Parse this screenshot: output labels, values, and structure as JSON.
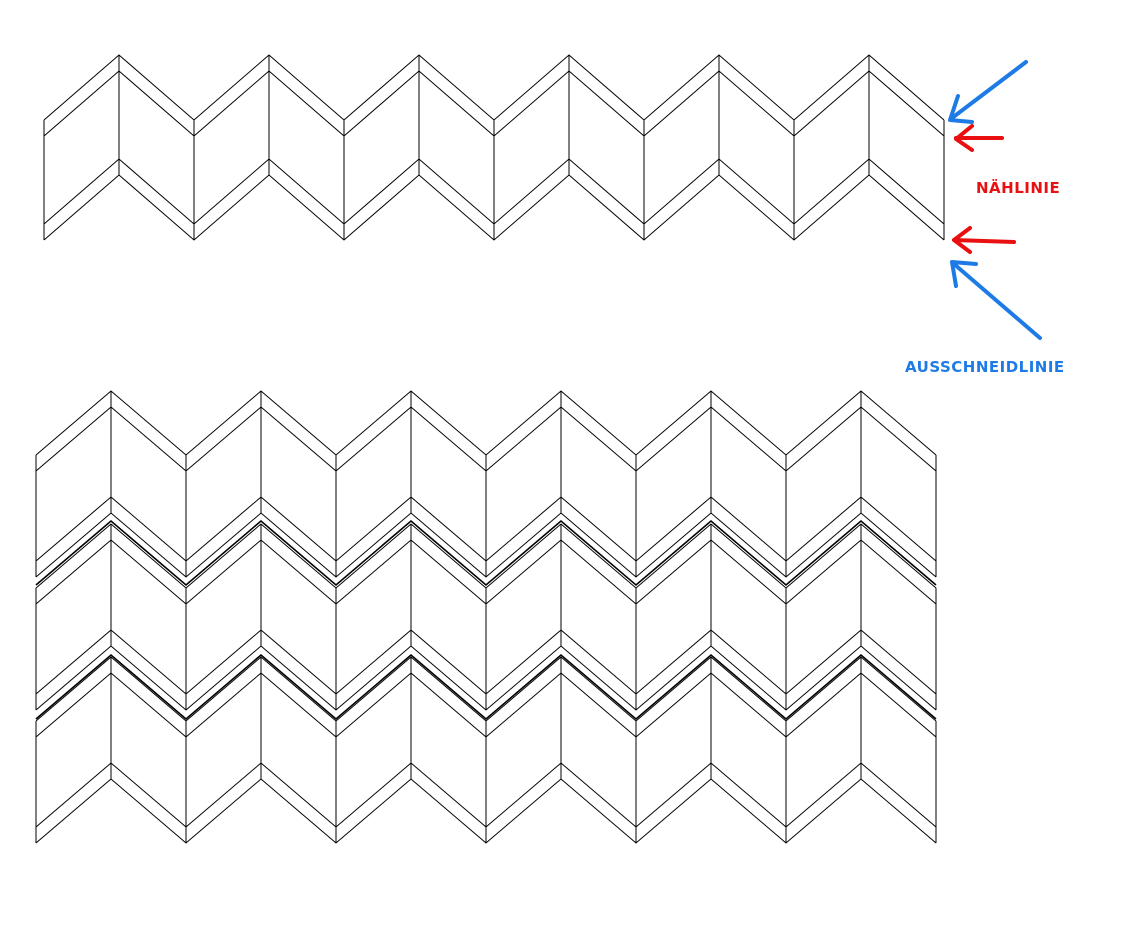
{
  "labels": {
    "sewing_line": "NÄHLINIE",
    "cutting_line": "AUSSCHNEIDLINIE"
  },
  "colors": {
    "pattern_stroke": "#000000",
    "sewing_line": "#e81010",
    "cutting_line": "#1e7be6",
    "background": "#ffffff"
  },
  "diagrams": {
    "single_strip": {
      "peaks": 6,
      "rows": 1
    },
    "assembled_strips": {
      "peaks": 6,
      "rows": 3
    }
  },
  "arrows": [
    {
      "name": "cutting-line-arrow-top",
      "color": "cutting_line"
    },
    {
      "name": "sewing-line-arrow-top",
      "color": "sewing_line"
    },
    {
      "name": "sewing-line-arrow-bottom",
      "color": "sewing_line"
    },
    {
      "name": "cutting-line-arrow-bottom",
      "color": "cutting_line"
    }
  ]
}
